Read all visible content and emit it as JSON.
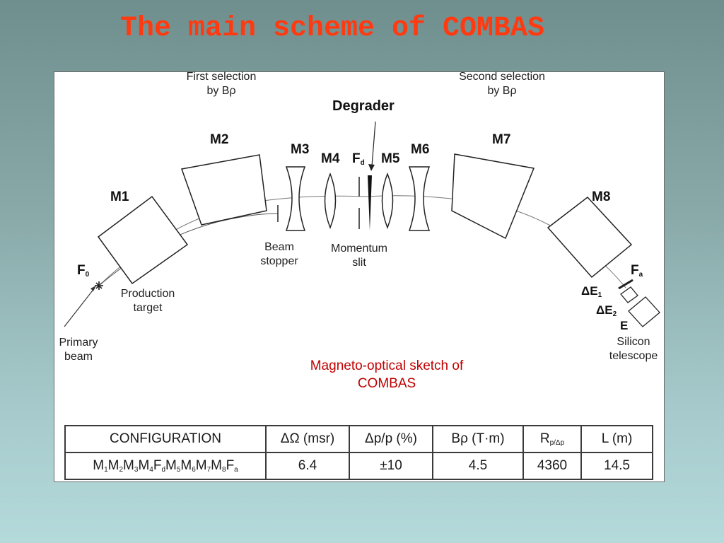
{
  "title": "The main scheme of COMBAS",
  "diagram": {
    "first_selection_line1": "First selection",
    "first_selection_line2": "by Bρ",
    "second_selection_line1": "Second selection",
    "second_selection_line2": "by Bρ",
    "degrader": "Degrader",
    "magnets": {
      "m1": "M1",
      "m2": "M2",
      "m3": "M3",
      "m4": "M4",
      "m5": "M5",
      "m6": "M6",
      "m7": "M7",
      "m8": "M8"
    },
    "focus_f": "F",
    "focus_d_sub": "d",
    "focus_0_sub": "0",
    "focus_a_sub": "a",
    "beam_stopper_line1": "Beam",
    "beam_stopper_line2": "stopper",
    "momentum_slit_line1": "Momentum",
    "momentum_slit_line2": "slit",
    "production_target_line1": "Production",
    "production_target_line2": "target",
    "primary_beam_line1": "Primary",
    "primary_beam_line2": "beam",
    "delta_e": "ΔE",
    "sub1": "1",
    "sub2": "2",
    "e_label": "E",
    "silicon_line1": "Silicon",
    "silicon_line2": "telescope",
    "caption_line1": "Magneto-optical sketch of",
    "caption_line2": "COMBAS"
  },
  "table": {
    "headers": [
      "CONFIGURATION",
      "ΔΩ (msr)",
      "Δp/p (%)",
      "Bρ (T·m)",
      "R",
      "L (m)"
    ],
    "r_sub": "p/Δp",
    "config_parts": [
      {
        "t": "M",
        "s": "1"
      },
      {
        "t": "M",
        "s": "2"
      },
      {
        "t": "M",
        "s": "3"
      },
      {
        "t": "M",
        "s": "4"
      },
      {
        "t": "F",
        "s": "d"
      },
      {
        "t": "M",
        "s": "5"
      },
      {
        "t": "M",
        "s": "6"
      },
      {
        "t": "M",
        "s": "7"
      },
      {
        "t": "M",
        "s": "8"
      },
      {
        "t": "F",
        "s": "a"
      }
    ],
    "values": [
      "6.4",
      "±10",
      "4.5",
      "4360",
      "14.5"
    ]
  },
  "colors": {
    "title": "#ff3a10",
    "caption": "#c00000",
    "panel_bg": "#ffffff"
  }
}
